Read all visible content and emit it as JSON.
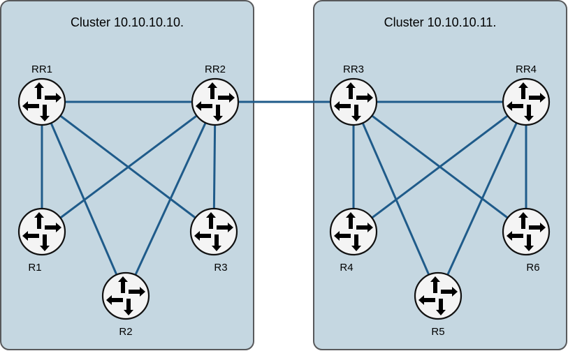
{
  "clusters": [
    {
      "id": "cluster-a",
      "title": "Cluster 10.10.10.10."
    },
    {
      "id": "cluster-b",
      "title": "Cluster 10.10.10.11."
    }
  ],
  "routers": [
    {
      "id": "RR1",
      "label": "RR1",
      "role": "route-reflector"
    },
    {
      "id": "RR2",
      "label": "RR2",
      "role": "route-reflector"
    },
    {
      "id": "R1",
      "label": "R1",
      "role": "client"
    },
    {
      "id": "R2",
      "label": "R2",
      "role": "client"
    },
    {
      "id": "R3",
      "label": "R3",
      "role": "client"
    },
    {
      "id": "RR3",
      "label": "RR3",
      "role": "route-reflector"
    },
    {
      "id": "RR4",
      "label": "RR4",
      "role": "route-reflector"
    },
    {
      "id": "R4",
      "label": "R4",
      "role": "client"
    },
    {
      "id": "R5",
      "label": "R5",
      "role": "client"
    },
    {
      "id": "R6",
      "label": "R6",
      "role": "client"
    }
  ],
  "links": [
    [
      "RR1",
      "RR2"
    ],
    [
      "RR1",
      "R1"
    ],
    [
      "RR1",
      "R2"
    ],
    [
      "RR1",
      "R3"
    ],
    [
      "RR2",
      "R1"
    ],
    [
      "RR2",
      "R2"
    ],
    [
      "RR2",
      "R3"
    ],
    [
      "RR2",
      "RR3"
    ],
    [
      "RR3",
      "RR4"
    ],
    [
      "RR3",
      "R4"
    ],
    [
      "RR3",
      "R5"
    ],
    [
      "RR3",
      "R6"
    ],
    [
      "RR4",
      "R4"
    ],
    [
      "RR4",
      "R5"
    ],
    [
      "RR4",
      "R6"
    ]
  ],
  "colors": {
    "cluster_fill": "#c5d7e1",
    "cluster_border": "#58595b",
    "link": "#1f5b8a",
    "router_fill": "#f4f4f4"
  },
  "icons": {
    "router": "router-icon"
  }
}
